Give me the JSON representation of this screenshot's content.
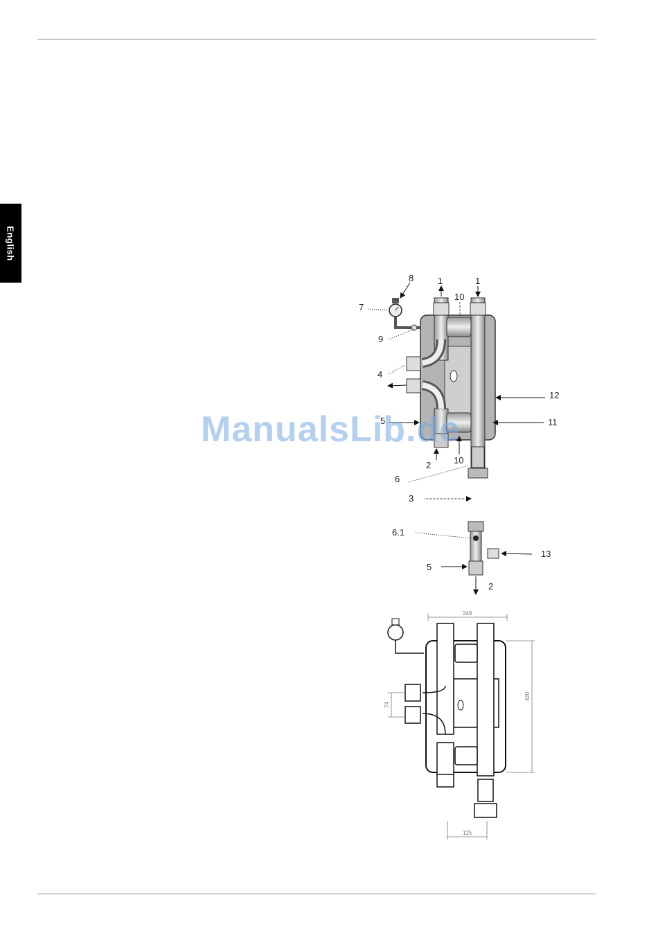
{
  "sidebar": {
    "language_tab": "English"
  },
  "watermark": "ManualsLib.de",
  "figure1": {
    "callouts": {
      "c1a": "1",
      "c1b": "1",
      "c2": "2",
      "c3": "3",
      "c4": "4",
      "c5": "5",
      "c6": "6",
      "c7": "7",
      "c8": "8",
      "c9": "9",
      "c10a": "10",
      "c10b": "10",
      "c11": "11",
      "c12": "12"
    }
  },
  "figure2": {
    "callouts": {
      "c61": "6.1",
      "c13": "13",
      "c5": "5",
      "c2": "2"
    }
  },
  "figure3": {
    "dimensions": {
      "width": "249",
      "height": "420",
      "spacing": "74",
      "bottom": "125"
    }
  }
}
